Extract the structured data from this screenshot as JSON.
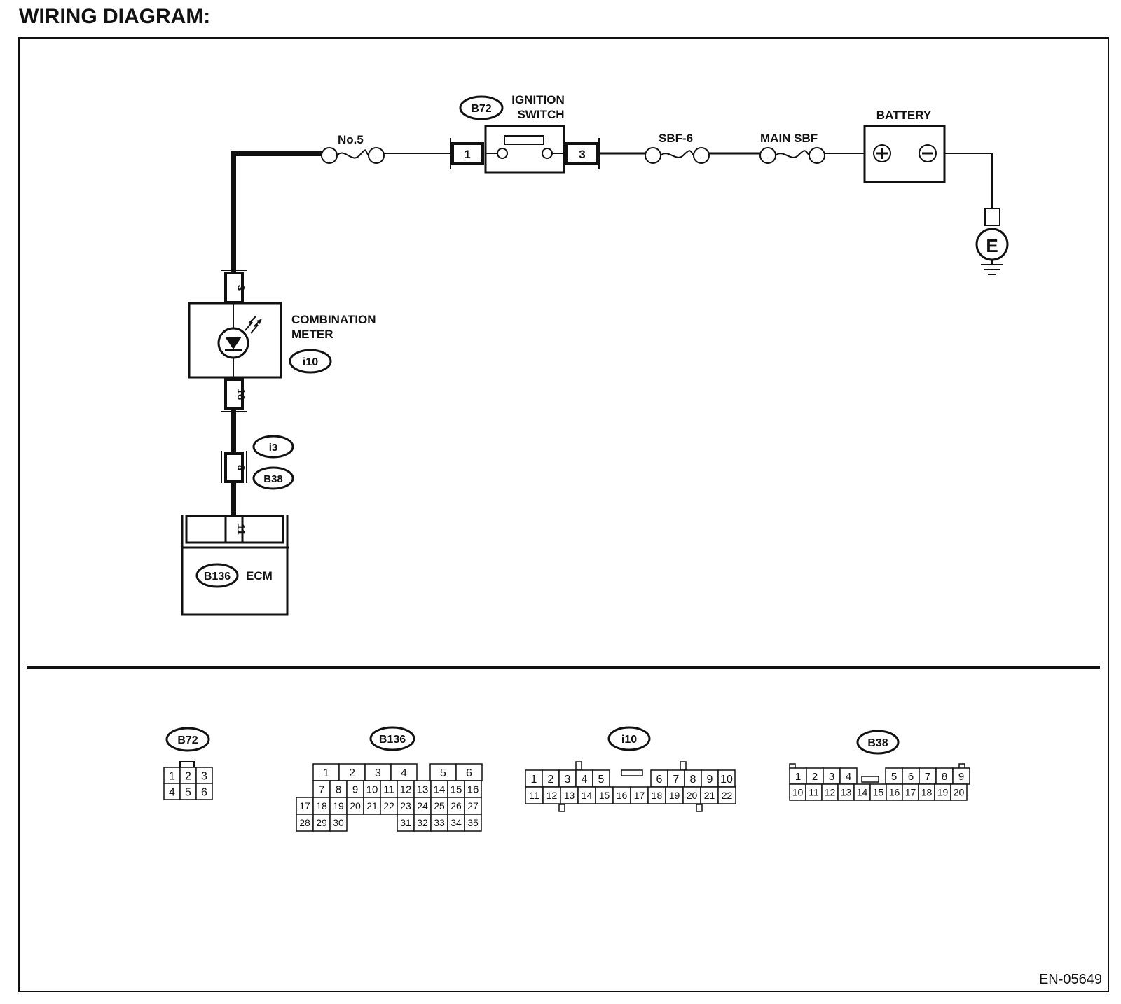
{
  "title": "WIRING DIAGRAM:",
  "doc_code": "EN-05649",
  "components": {
    "fuse_no5": "No.5",
    "ignition_switch": {
      "code": "B72",
      "label_line1": "IGNITION",
      "label_line2": "SWITCH",
      "pin_left": "1",
      "pin_right": "3"
    },
    "sbf6": "SBF-6",
    "main_sbf": "MAIN SBF",
    "battery": "BATTERY",
    "ground": "E",
    "combination_meter": {
      "label_line1": "COMBINATION",
      "label_line2": "METER",
      "code": "i10",
      "pin_top": "3",
      "pin_bottom": "16"
    },
    "joint": {
      "code_top": "i3",
      "code_bottom": "B38",
      "pin": "8"
    },
    "ecm": {
      "code": "B136",
      "label": "ECM",
      "pin": "11"
    }
  },
  "connectors": {
    "b72": {
      "code": "B72",
      "row1": [
        "1",
        "2",
        "3"
      ],
      "row2": [
        "4",
        "5",
        "6"
      ]
    },
    "b136": {
      "code": "B136",
      "row1a": [
        "1",
        "2",
        "3",
        "4"
      ],
      "row1b": [
        "5",
        "6"
      ],
      "row2": [
        "7",
        "8",
        "9",
        "10",
        "11",
        "12",
        "13",
        "14",
        "15",
        "16"
      ],
      "row3": [
        "17",
        "18",
        "19",
        "20",
        "21",
        "22",
        "23",
        "24",
        "25",
        "26",
        "27"
      ],
      "row4a": [
        "28",
        "29",
        "30"
      ],
      "row4b": [
        "31",
        "32",
        "33",
        "34",
        "35"
      ]
    },
    "i10": {
      "code": "i10",
      "row1a": [
        "1",
        "2",
        "3",
        "4",
        "5"
      ],
      "row1b": [
        "6",
        "7",
        "8",
        "9",
        "10"
      ],
      "row2": [
        "11",
        "12",
        "13",
        "14",
        "15",
        "16",
        "17",
        "18",
        "19",
        "20",
        "21",
        "22"
      ]
    },
    "b38": {
      "code": "B38",
      "row1a": [
        "1",
        "2",
        "3",
        "4"
      ],
      "row1b": [
        "5",
        "6",
        "7",
        "8",
        "9"
      ],
      "row2": [
        "10",
        "11",
        "12",
        "13",
        "14",
        "15",
        "16",
        "17",
        "18",
        "19",
        "20"
      ]
    }
  }
}
